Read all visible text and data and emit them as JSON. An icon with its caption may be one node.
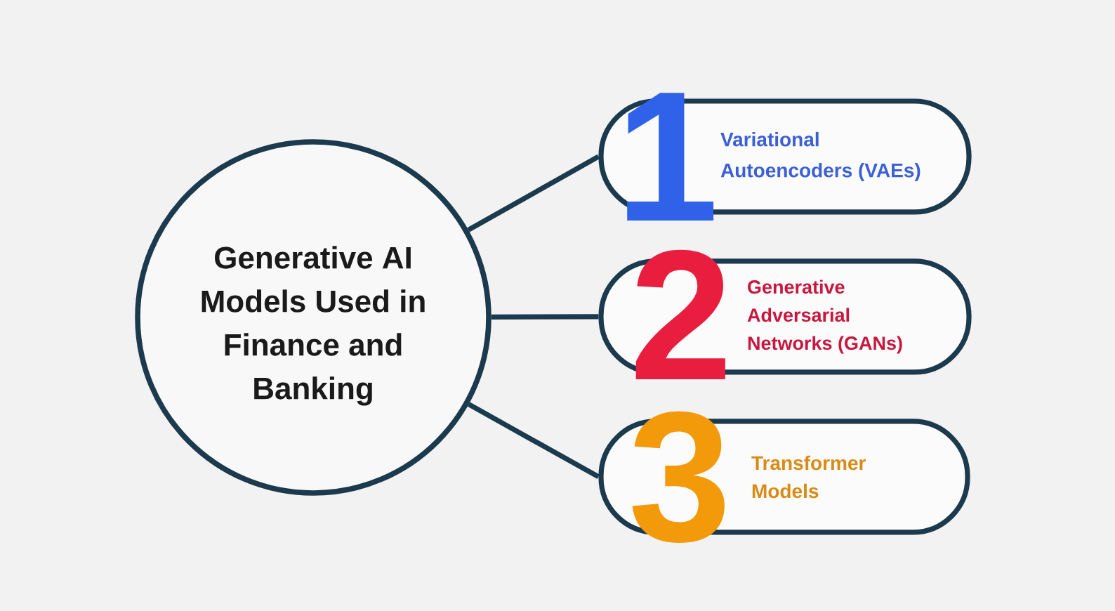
{
  "diagram": {
    "nodes": [
      {
        "text": [
          "Generative AI Models Used in Finance and Banking"
        ]
      },
      {
        "text": [
          "1",
          "Variational Autoencoders (VAEs)"
        ]
      },
      {
        "text": [
          "2",
          "Generative Adversarial Networks (GANs)"
        ]
      },
      {
        "text": [
          "3",
          "Transformer Models"
        ]
      }
    ],
    "edges": [
      {
        "from": 0,
        "to": 1,
        "arrow": "none"
      },
      {
        "from": 0,
        "to": 2,
        "arrow": "none"
      },
      {
        "from": 0,
        "to": 3,
        "arrow": "none"
      }
    ]
  }
}
